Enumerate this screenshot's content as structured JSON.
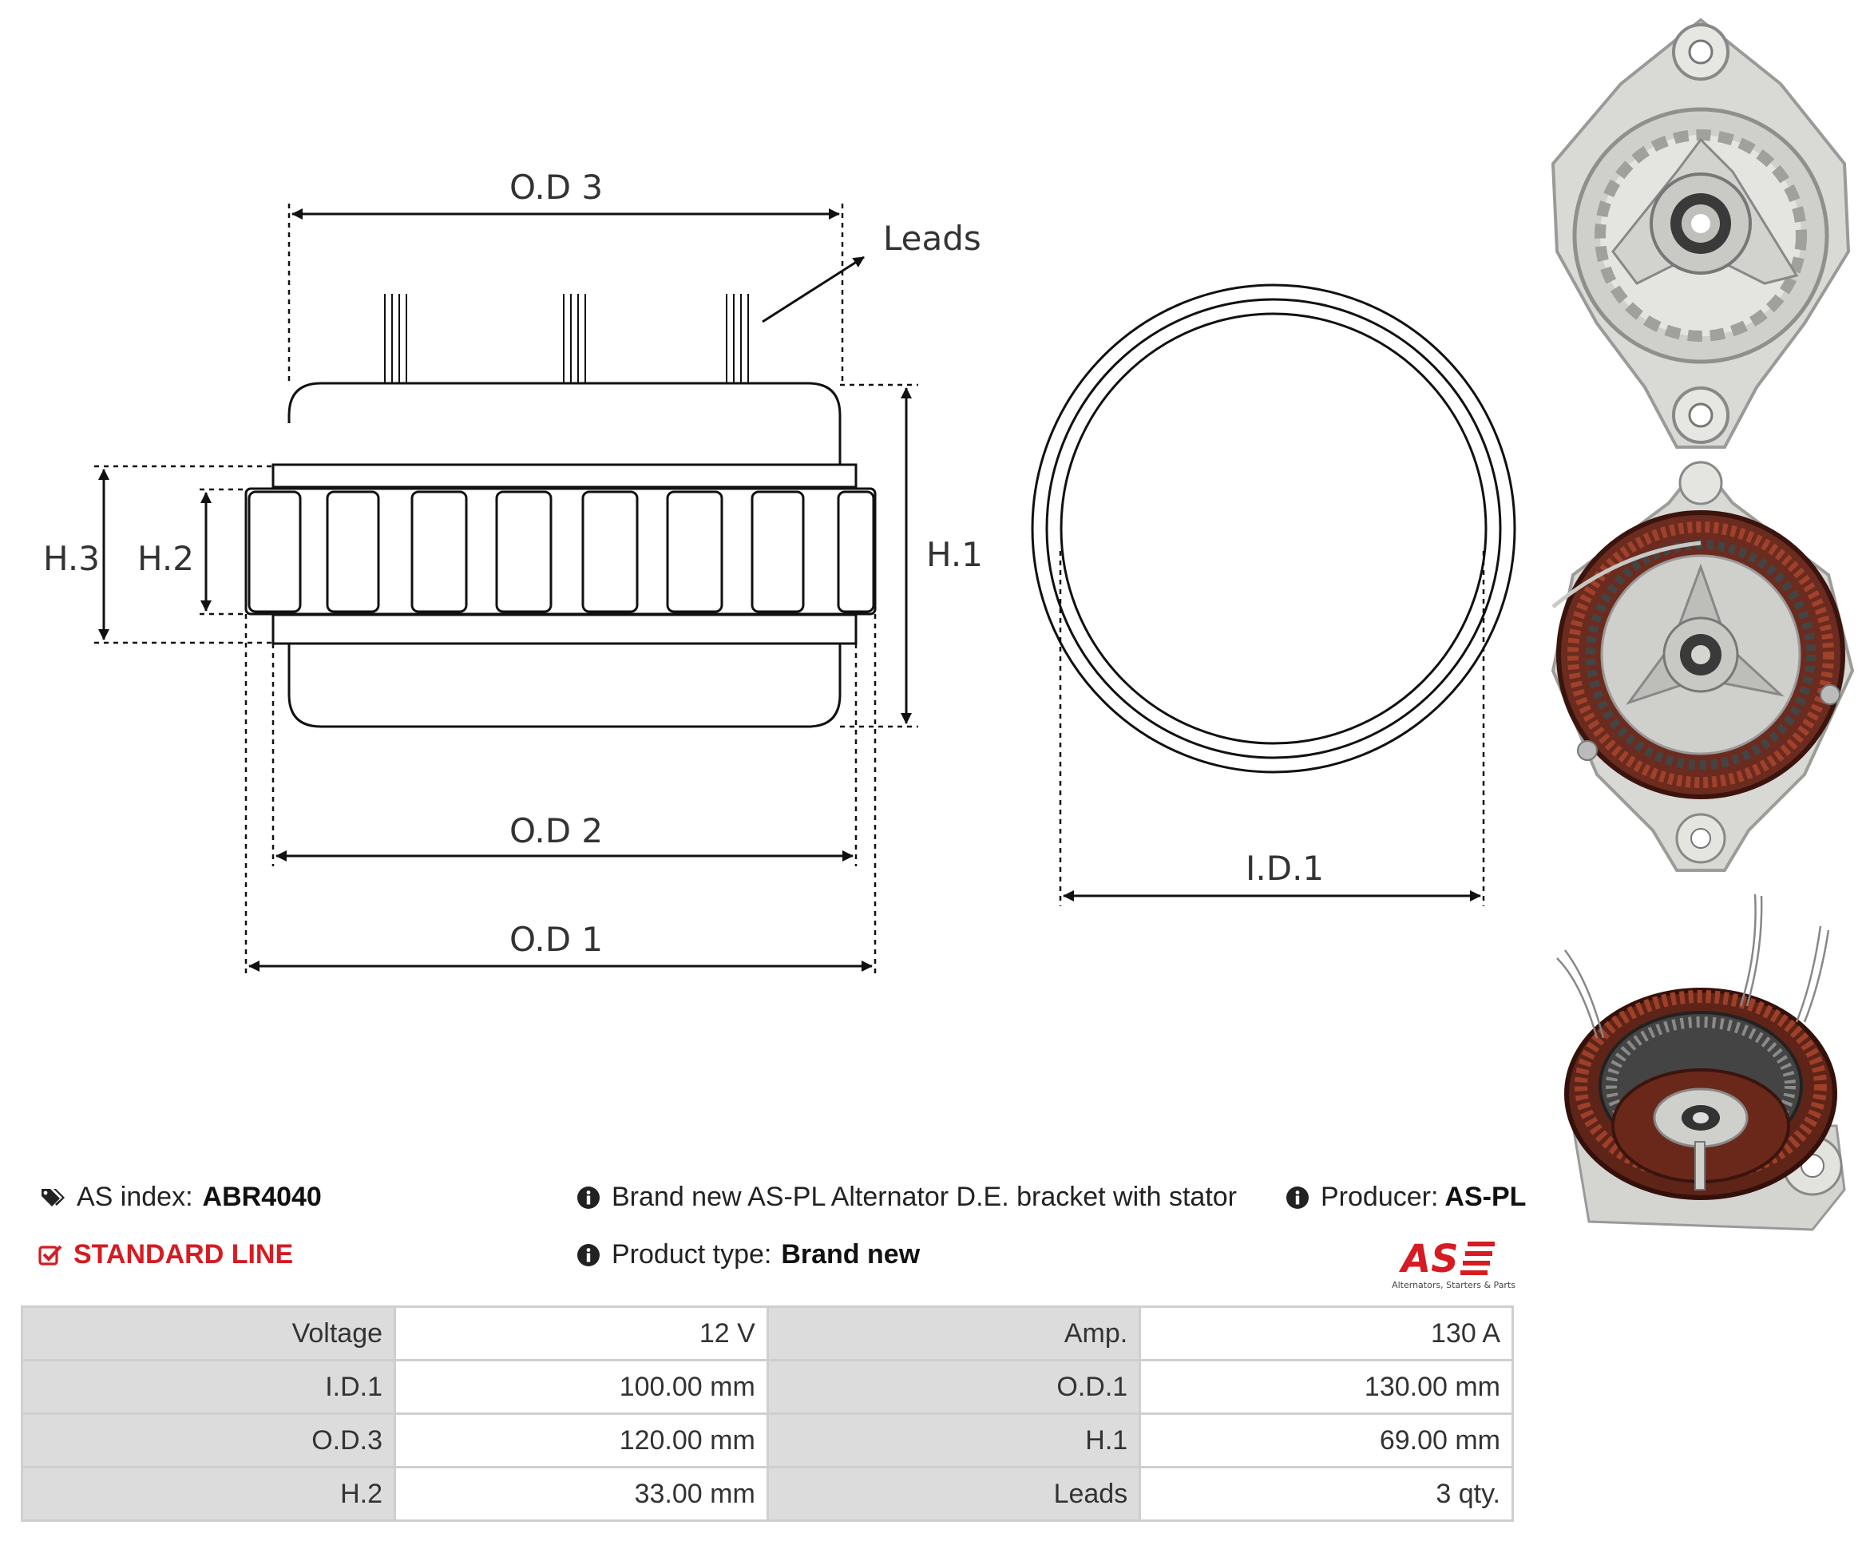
{
  "diagram": {
    "labels": {
      "od3": "O.D 3",
      "od2": "O.D 2",
      "od1": "O.D 1",
      "leads": "Leads",
      "h1": "H.1",
      "h2": "H.2",
      "h3": "H.3",
      "id1": "I.D.1"
    }
  },
  "info": {
    "as_index_label": "AS index:",
    "as_index_value": "ABR4040",
    "description": "Brand new AS-PL Alternator D.E. bracket with stator",
    "producer_label": "Producer:",
    "producer_value": "AS-PL",
    "line": "STANDARD LINE",
    "product_type_label": "Product type:",
    "product_type_value": "Brand new"
  },
  "logo": {
    "mark": "AS",
    "tagline": "Alternators, Starters & Parts",
    "color": "#d61b22"
  },
  "specs": [
    [
      "Voltage",
      "12 V",
      "Amp.",
      "130 A"
    ],
    [
      "I.D.1",
      "100.00 mm",
      "O.D.1",
      "130.00 mm"
    ],
    [
      "O.D.3",
      "120.00 mm",
      "H.1",
      "69.00 mm"
    ],
    [
      "H.2",
      "33.00 mm",
      "Leads",
      "3 qty."
    ]
  ]
}
